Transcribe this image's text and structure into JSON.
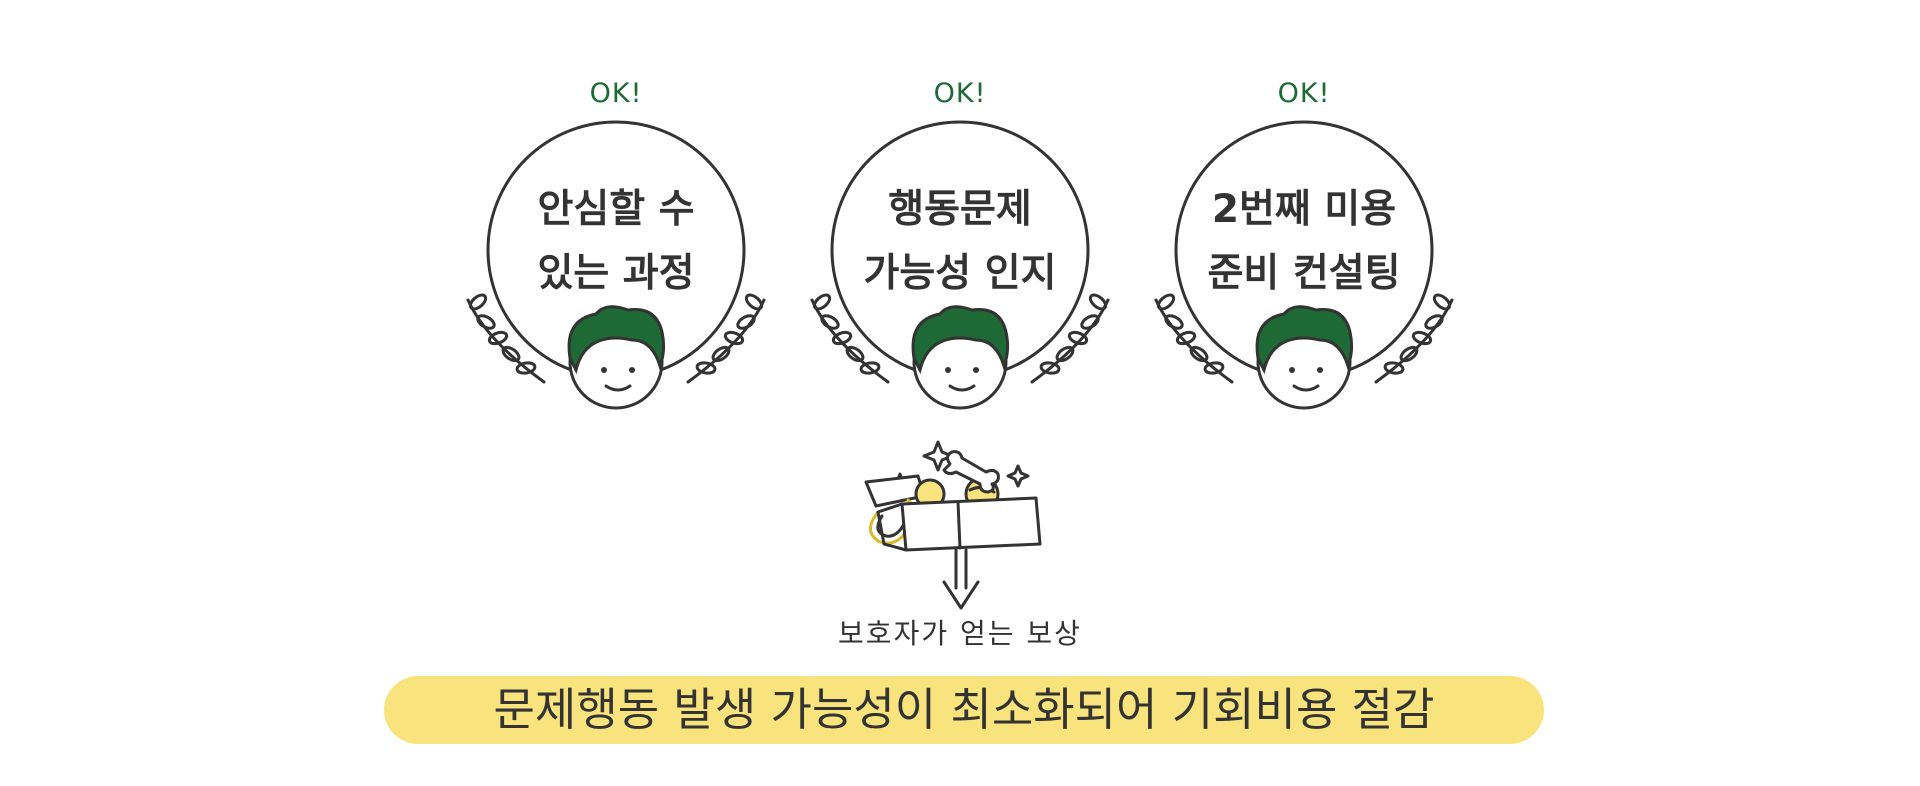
{
  "colors": {
    "accent_green": "#1e6a37",
    "highlight_yellow": "#f9e37c",
    "ink": "#333333"
  },
  "badges": [
    {
      "ok": "OK!",
      "line1": "안심할 수",
      "line2": "있는 과정"
    },
    {
      "ok": "OK!",
      "line1": "행동문제",
      "line2": "가능성 인지"
    },
    {
      "ok": "OK!",
      "line1": "2번째 미용",
      "line2": "준비 컨설팅"
    }
  ],
  "reward": {
    "icon": "treasure-chest-icon",
    "label": "보호자가 얻는 보상"
  },
  "banner": {
    "text": "문제행동 발생 가능성이 최소화되어 기회비용 절감"
  }
}
